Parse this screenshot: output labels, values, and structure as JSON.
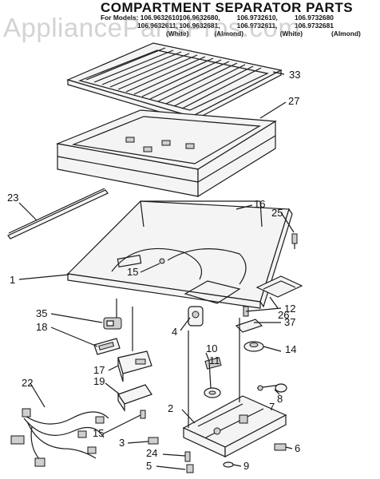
{
  "header": {
    "title": "COMPARTMENT SEPARATOR PARTS",
    "models_line1": [
      "For Models: 106.9632610,",
      "106.9632680,",
      "106.9732610,",
      "106.9732680"
    ],
    "models_line2": [
      "106.9632611,",
      "106.9632681,",
      "106.9732611,",
      "106.9732681"
    ],
    "models_line3": [
      "(White)",
      "(Almond)",
      "(White)",
      "(Almond)"
    ]
  },
  "watermark": "AppliancePartsPros.com",
  "callouts": [
    {
      "id": "33",
      "label": "33"
    },
    {
      "id": "27",
      "label": "27"
    },
    {
      "id": "23",
      "label": "23"
    },
    {
      "id": "16",
      "label": "16"
    },
    {
      "id": "25",
      "label": "25"
    },
    {
      "id": "1",
      "label": "1"
    },
    {
      "id": "15a",
      "label": "15"
    },
    {
      "id": "26",
      "label": "26"
    },
    {
      "id": "35",
      "label": "35"
    },
    {
      "id": "18",
      "label": "18"
    },
    {
      "id": "12",
      "label": "12"
    },
    {
      "id": "37",
      "label": "37"
    },
    {
      "id": "14",
      "label": "14"
    },
    {
      "id": "4",
      "label": "4"
    },
    {
      "id": "10",
      "label": "10"
    },
    {
      "id": "11",
      "label": "11"
    },
    {
      "id": "17",
      "label": "17"
    },
    {
      "id": "19",
      "label": "19"
    },
    {
      "id": "22",
      "label": "22"
    },
    {
      "id": "8",
      "label": "8"
    },
    {
      "id": "7",
      "label": "7"
    },
    {
      "id": "2",
      "label": "2"
    },
    {
      "id": "15b",
      "label": "15"
    },
    {
      "id": "3",
      "label": "3"
    },
    {
      "id": "6",
      "label": "6"
    },
    {
      "id": "24",
      "label": "24"
    },
    {
      "id": "5",
      "label": "5"
    },
    {
      "id": "9",
      "label": "9"
    }
  ]
}
